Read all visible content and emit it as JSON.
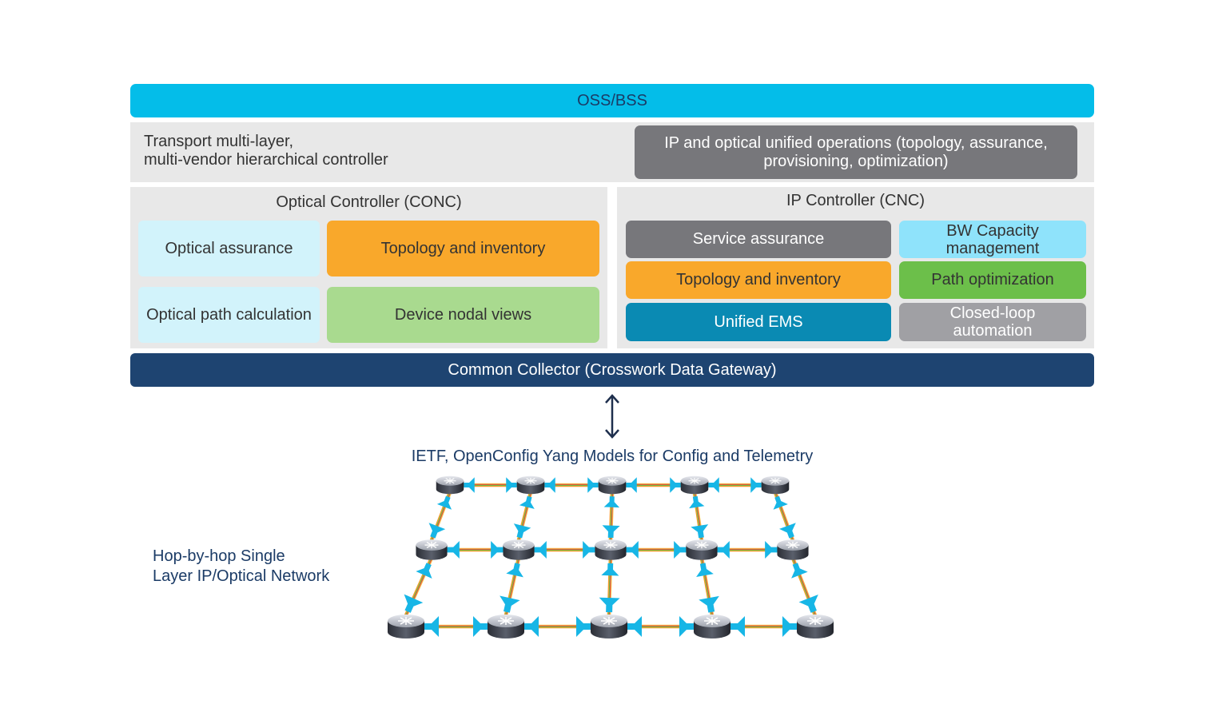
{
  "oss": "OSS/BSS",
  "hierarchical": {
    "line1": "Transport multi-layer,",
    "line2": "multi-vendor hierarchical controller",
    "unified_line1": "IP and optical unified operations (topology, assurance,",
    "unified_line2": "provisioning, optimization)"
  },
  "optical": {
    "title": "Optical Controller (CONC)",
    "assurance": "Optical assurance",
    "topology": "Topology and inventory",
    "path_calc": "Optical path calculation",
    "nodal": "Device nodal views"
  },
  "ip": {
    "title": "IP Controller (CNC)",
    "service": "Service assurance",
    "bw_line1": "BW Capacity",
    "bw_line2": "management",
    "topology": "Topology and inventory",
    "path_opt": "Path optimization",
    "ems": "Unified EMS",
    "closed_line1": "Closed-loop",
    "closed_line2": "automation"
  },
  "collector": "Common Collector (Crosswork Data Gateway)",
  "protocol": "IETF, OpenConfig Yang Models for Config and Telemetry",
  "network": {
    "line1": "Hop-by-hop Single",
    "line2": "Layer IP/Optical Network"
  },
  "colors": {
    "oss": "#04bde9",
    "panel": "#e8e8e8",
    "dark_grey": "#77777b",
    "light_blue": "#d2f3fb",
    "orange": "#f9a82b",
    "light_green": "#a9da8f",
    "sky": "#8fe3fb",
    "green": "#6cbf4a",
    "teal": "#0a8ab3",
    "grey": "#a0a0a4",
    "navy": "#1e4471",
    "amplifier": "#17b6e6"
  }
}
